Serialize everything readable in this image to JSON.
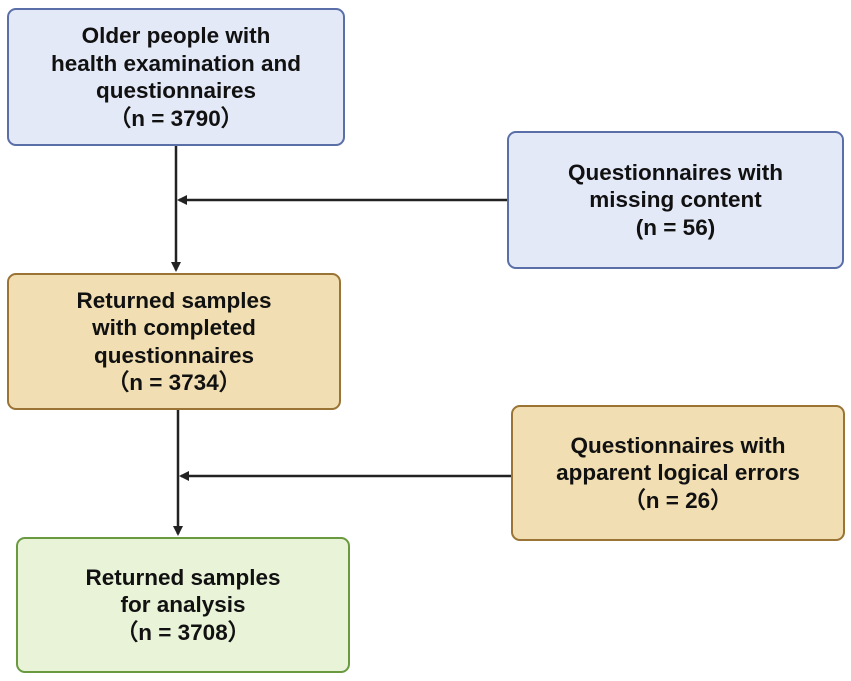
{
  "boxes": {
    "start": {
      "lines": [
        "Older people with",
        "health examination and",
        "questionnaires",
        "（n = 3790）"
      ],
      "fill": "#e4e9f8",
      "border": "#5a6fa8"
    },
    "excluded_missing": {
      "lines": [
        "Questionnaires with",
        "missing content",
        "(n = 56)"
      ],
      "fill": "#e4e9f8",
      "border": "#5a6fa8"
    },
    "completed": {
      "lines": [
        "Returned samples",
        "with completed",
        "questionnaires",
        "（n = 3734）"
      ],
      "fill": "#f1deb2",
      "border": "#9a7434"
    },
    "excluded_errors": {
      "lines": [
        "Questionnaires with",
        "apparent logical errors",
        "（n = 26）"
      ],
      "fill": "#f1deb2",
      "border": "#9a7434"
    },
    "final": {
      "lines": [
        "Returned samples",
        "for analysis",
        "（n = 3708）"
      ],
      "fill": "#e8f3d8",
      "border": "#6a9a40"
    }
  },
  "arrow_color": "#222222"
}
